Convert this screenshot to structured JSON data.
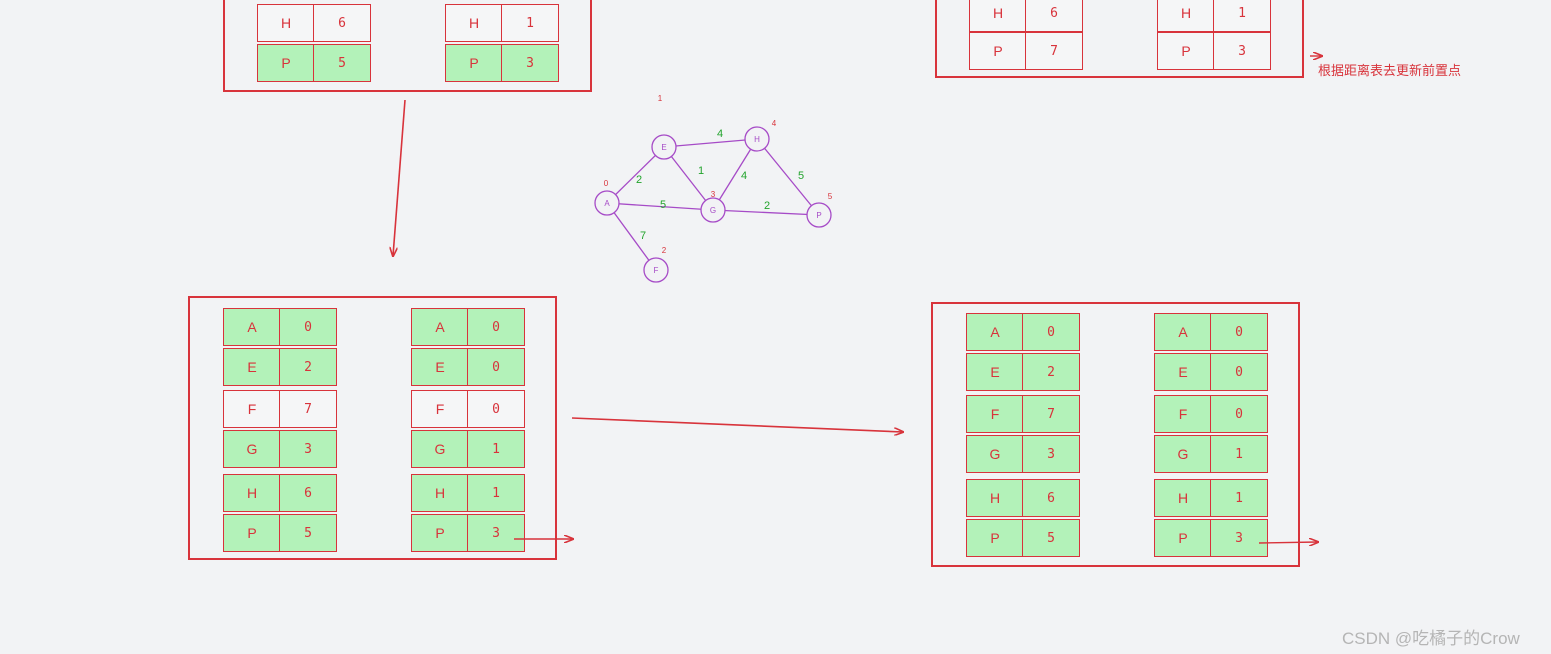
{
  "annotation": "根据距离表去更新前置点",
  "watermark": "CSDN @吃橘子的Crow",
  "colors": {
    "red": "#d8333b",
    "green_fill": "#b3f2b9",
    "graph": "#a64bc7",
    "weight": "#22a32c"
  },
  "panels": [
    {
      "id": "top-left-partial",
      "tables": [
        {
          "rows": [
            {
              "node": "H",
              "value": "6",
              "fill": "white"
            },
            {
              "node": "P",
              "value": "5",
              "fill": "green"
            }
          ]
        },
        {
          "rows": [
            {
              "node": "H",
              "value": "1",
              "fill": "white"
            },
            {
              "node": "P",
              "value": "3",
              "fill": "green"
            }
          ]
        }
      ]
    },
    {
      "id": "top-right-partial",
      "tables": [
        {
          "rows": [
            {
              "node": "H",
              "value": "6",
              "fill": "white"
            },
            {
              "node": "P",
              "value": "7",
              "fill": "white"
            }
          ]
        },
        {
          "rows": [
            {
              "node": "H",
              "value": "1",
              "fill": "white"
            },
            {
              "node": "P",
              "value": "3",
              "fill": "white"
            }
          ]
        }
      ]
    },
    {
      "id": "bottom-left",
      "tables": [
        {
          "rows": [
            {
              "node": "A",
              "value": "0",
              "fill": "green"
            },
            {
              "node": "E",
              "value": "2",
              "fill": "green"
            },
            {
              "node": "F",
              "value": "7",
              "fill": "white"
            },
            {
              "node": "G",
              "value": "3",
              "fill": "green"
            },
            {
              "node": "H",
              "value": "6",
              "fill": "green"
            },
            {
              "node": "P",
              "value": "5",
              "fill": "green"
            }
          ]
        },
        {
          "rows": [
            {
              "node": "A",
              "value": "0",
              "fill": "green"
            },
            {
              "node": "E",
              "value": "0",
              "fill": "green"
            },
            {
              "node": "F",
              "value": "0",
              "fill": "white"
            },
            {
              "node": "G",
              "value": "1",
              "fill": "green"
            },
            {
              "node": "H",
              "value": "1",
              "fill": "green"
            },
            {
              "node": "P",
              "value": "3",
              "fill": "green"
            }
          ]
        }
      ]
    },
    {
      "id": "bottom-right",
      "tables": [
        {
          "rows": [
            {
              "node": "A",
              "value": "0",
              "fill": "green"
            },
            {
              "node": "E",
              "value": "2",
              "fill": "green"
            },
            {
              "node": "F",
              "value": "7",
              "fill": "green"
            },
            {
              "node": "G",
              "value": "3",
              "fill": "green"
            },
            {
              "node": "H",
              "value": "6",
              "fill": "green"
            },
            {
              "node": "P",
              "value": "5",
              "fill": "green"
            }
          ]
        },
        {
          "rows": [
            {
              "node": "A",
              "value": "0",
              "fill": "green"
            },
            {
              "node": "E",
              "value": "0",
              "fill": "green"
            },
            {
              "node": "F",
              "value": "0",
              "fill": "green"
            },
            {
              "node": "G",
              "value": "1",
              "fill": "green"
            },
            {
              "node": "H",
              "value": "1",
              "fill": "green"
            },
            {
              "node": "P",
              "value": "3",
              "fill": "green"
            }
          ]
        }
      ]
    }
  ],
  "graph": {
    "nodes": [
      {
        "id": "A",
        "dist": "0"
      },
      {
        "id": "E",
        "dist": "1"
      },
      {
        "id": "H",
        "dist": "4"
      },
      {
        "id": "G",
        "dist": "3"
      },
      {
        "id": "P",
        "dist": "5"
      },
      {
        "id": "F",
        "dist": "2"
      }
    ],
    "edges": [
      {
        "from": "A",
        "to": "E",
        "weight": "2"
      },
      {
        "from": "E",
        "to": "H",
        "weight": "4"
      },
      {
        "from": "E",
        "to": "G",
        "weight": "1"
      },
      {
        "from": "H",
        "to": "G",
        "weight": "4"
      },
      {
        "from": "H",
        "to": "P",
        "weight": "5"
      },
      {
        "from": "A",
        "to": "G",
        "weight": "5"
      },
      {
        "from": "G",
        "to": "P",
        "weight": "2"
      },
      {
        "from": "A",
        "to": "F",
        "weight": "7"
      }
    ]
  }
}
